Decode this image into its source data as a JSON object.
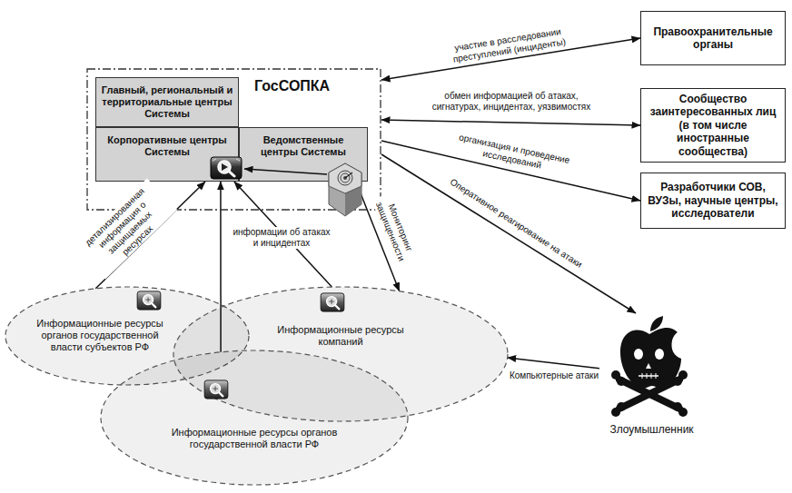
{
  "diagram": {
    "nodes": [
      {
        "text": [
          "ГосСОПКА"
        ]
      },
      {
        "text": [
          "Главный, региональный и территориальные центры Системы"
        ],
        "in": 0
      },
      {
        "text": [
          "Корпоративные центры Системы"
        ],
        "in": 0
      },
      {
        "text": [
          "Ведомственные центры Системы"
        ],
        "in": 0
      },
      {
        "text": [
          "Правоохранительные органы"
        ]
      },
      {
        "text": [
          "Сообщество заинтересованных лиц (в том числе иностранные сообщества)"
        ]
      },
      {
        "text": [
          "Разработчики СОВ, ВУЗы, научные центры, исследователи"
        ]
      },
      {
        "text": [
          "Информационные ресурсы органов государственной власти субъектов РФ"
        ]
      },
      {
        "text": [
          "Информационные ресурсы компаний"
        ]
      },
      {
        "text": [
          "Информационные ресурсы органов государственной власти РФ"
        ]
      },
      {
        "text": [
          "Злоумышленник"
        ]
      }
    ],
    "edges": [
      {
        "from": 0,
        "to": 4,
        "label": "участие в расследовании преступлений (инциденты)",
        "arrow": "both"
      },
      {
        "from": 0,
        "to": 5,
        "label": "обмен информацией об атаках, сигнатурах, инцидентах, уязвимостях",
        "arrow": "both"
      },
      {
        "from": 0,
        "to": 6,
        "label": "организация и проведение исследований",
        "arrow": "to"
      },
      {
        "from": 0,
        "to": 10,
        "label": "Оперативное реагирование на атаки",
        "arrow": "to"
      },
      {
        "from": 10,
        "to": 8,
        "label": "Компьютерные атаки",
        "arrow": "to"
      },
      {
        "from": 7,
        "to": 2,
        "label": "детализированная информация о защищаемых ресурсах",
        "arrow": "to"
      },
      {
        "from": 9,
        "to": 2,
        "label": "информации об атаках и инцидентах",
        "arrow": "to"
      },
      {
        "from": 8,
        "to": 2,
        "arrow": "to"
      },
      {
        "from": 3,
        "to": 8,
        "label": "Мониторинг защищенности",
        "arrow": "to"
      }
    ]
  }
}
